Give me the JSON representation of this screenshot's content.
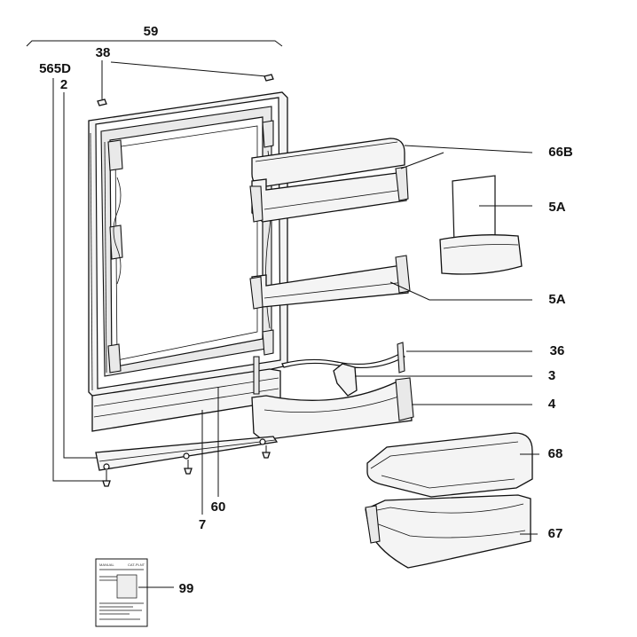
{
  "diagram": {
    "labels": {
      "bracket": "59",
      "hinge_pins": "38",
      "screw_a": "565D",
      "screw_b": "2",
      "door_shelf_large": "66B",
      "bottle_insert": "5A",
      "door_shelf_small": "5A",
      "bar": "36",
      "retainer": "3",
      "bottom_shelf": "4",
      "crisper_lid": "68",
      "crisper_drawer": "67",
      "panel": "60",
      "bottom_strip": "7",
      "manual": "99"
    },
    "manual_text": {
      "left": "MANUAL",
      "right": "CAT-PLNT"
    }
  }
}
